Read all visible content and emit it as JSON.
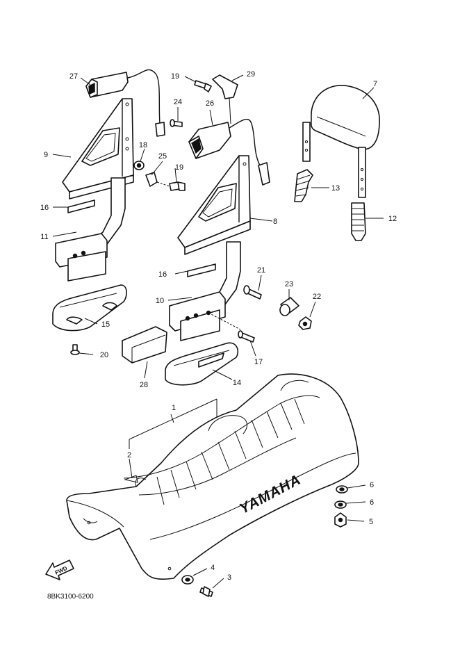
{
  "diagram": {
    "code": "8BK3100-6200",
    "brand_mark": "YAMAHA",
    "fwd_label": "FWD",
    "callouts": [
      "1",
      "2",
      "3",
      "4",
      "5",
      "6",
      "6",
      "7",
      "8",
      "9",
      "10",
      "11",
      "12",
      "13",
      "14",
      "15",
      "16",
      "16",
      "17",
      "18",
      "19",
      "19",
      "20",
      "21",
      "22",
      "23",
      "24",
      "25",
      "26",
      "27",
      "28",
      "29"
    ]
  }
}
